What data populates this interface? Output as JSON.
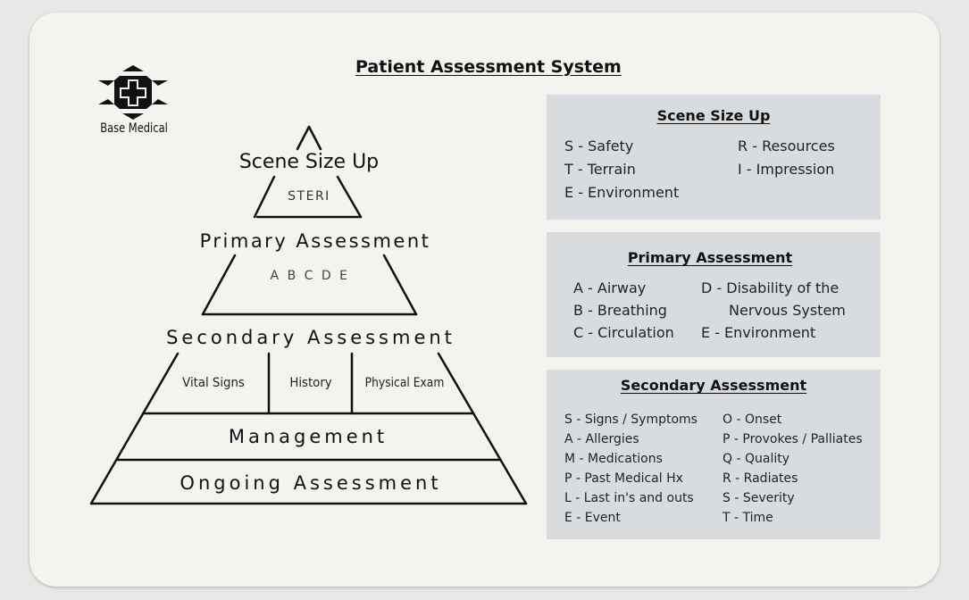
{
  "title": "Patient Assessment System",
  "logo": {
    "name": "Base Medical"
  },
  "pyramid": {
    "scene_size_up": {
      "label": "Scene Size Up",
      "sub": "STERI"
    },
    "primary": {
      "label": "Primary Assessment",
      "sub": "A B C D E"
    },
    "secondary": {
      "label": "Secondary Assessment",
      "cells": [
        "Vital Signs",
        "History",
        "Physical Exam"
      ]
    },
    "management": {
      "label": "Management"
    },
    "ongoing": {
      "label": "Ongoing Assessment"
    }
  },
  "scene_box": {
    "title": "Scene Size Up",
    "left": [
      "S - Safety",
      "T - Terrain",
      "E - Environment"
    ],
    "right": [
      "R - Resources",
      "I - Impression"
    ]
  },
  "primary_box": {
    "title": "Primary Assessment",
    "left": [
      "A - Airway",
      "B - Breathing",
      "C - Circulation"
    ],
    "right": [
      "D - Disability of the",
      "Nervous System",
      "E - Environment"
    ]
  },
  "secondary_box": {
    "title": "Secondary Assessment",
    "left": [
      "S - Signs / Symptoms",
      "A - Allergies",
      "M - Medications",
      "P - Past Medical Hx",
      "L - Last in's and outs",
      "E - Event"
    ],
    "right": [
      "O - Onset",
      "P - Provokes / Palliates",
      "Q - Quality",
      "R - Radiates",
      "S - Severity",
      "T - Time"
    ]
  },
  "colors": {
    "card": "#f4f3ef",
    "box": "#d9dcdf",
    "ink": "#111111"
  }
}
